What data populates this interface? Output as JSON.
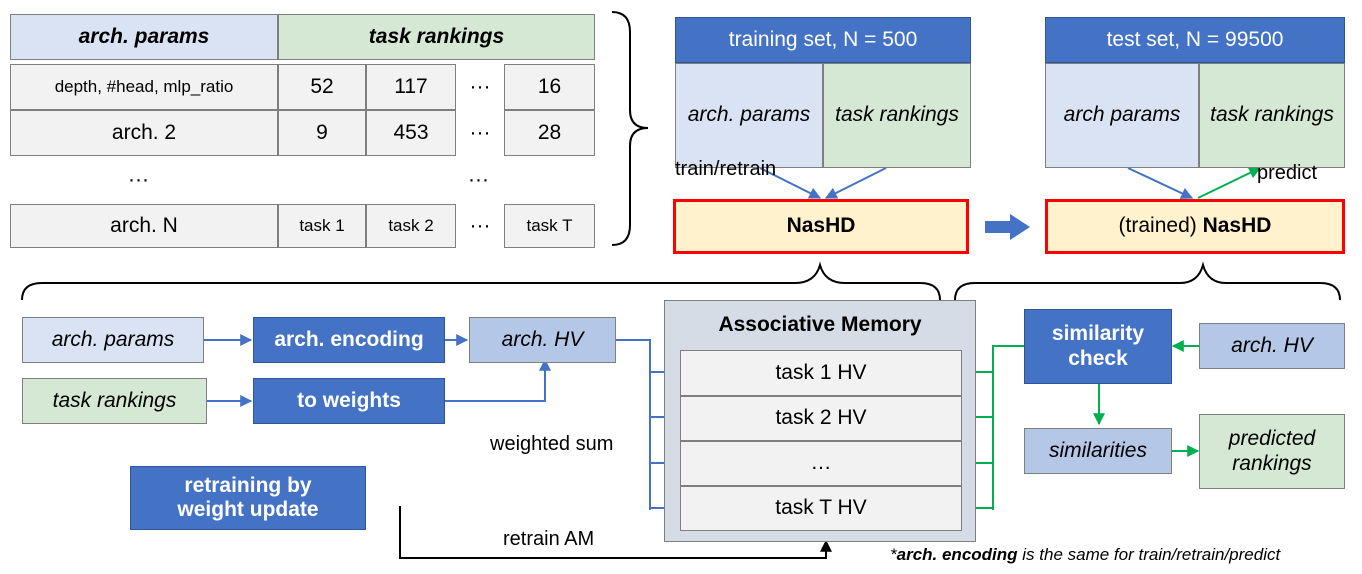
{
  "colors": {
    "blue_arrow": "#4472c4",
    "green_arrow": "#00b050",
    "nashd_border": "#ff0000",
    "nashd_fill": "#fff2cc"
  },
  "table": {
    "header_params": "arch. params",
    "header_rankings": "task rankings",
    "rows": [
      {
        "arch": "depth, #head, mlp_ratio",
        "v1": "52",
        "v2": "117",
        "dots": "···",
        "vt": "16"
      },
      {
        "arch": "arch. 2",
        "v1": "9",
        "v2": "453",
        "dots": "···",
        "vt": "28"
      }
    ],
    "ellipsis_left": "···",
    "ellipsis_right": "···",
    "last_row": {
      "arch": "arch. N",
      "t1": "task 1",
      "t2": "task 2",
      "dots": "···",
      "tt": "task T"
    }
  },
  "training": {
    "title": "training set, N = 500",
    "params": "arch. params",
    "rankings": "task rankings",
    "arrow_label": "train/retrain",
    "nashd": "NasHD"
  },
  "test": {
    "title": "test set, N = 99500",
    "params": "arch params",
    "rankings": "task rankings",
    "arrow_label": "predict",
    "nashd_prefix": "(trained) ",
    "nashd_bold": "NasHD"
  },
  "bottom": {
    "arch_params": "arch. params",
    "arch_encoding": "arch. encoding",
    "arch_hv": "arch. HV",
    "task_rankings": "task rankings",
    "to_weights": "to weights",
    "weighted_sum": "weighted sum",
    "retraining": "retraining by weight update",
    "retrain_am": "retrain AM",
    "am_title": "Associative Memory",
    "am_rows": [
      "task 1 HV",
      "task 2 HV",
      "…",
      "task T HV"
    ],
    "similarity_check": "similarity check",
    "arch_hv_right": "arch. HV",
    "similarities": "similarities",
    "predicted_rankings": "predicted rankings",
    "footnote_star": "*",
    "footnote_bold": "arch. encoding",
    "footnote_rest": " is the same for train/retrain/predict"
  }
}
